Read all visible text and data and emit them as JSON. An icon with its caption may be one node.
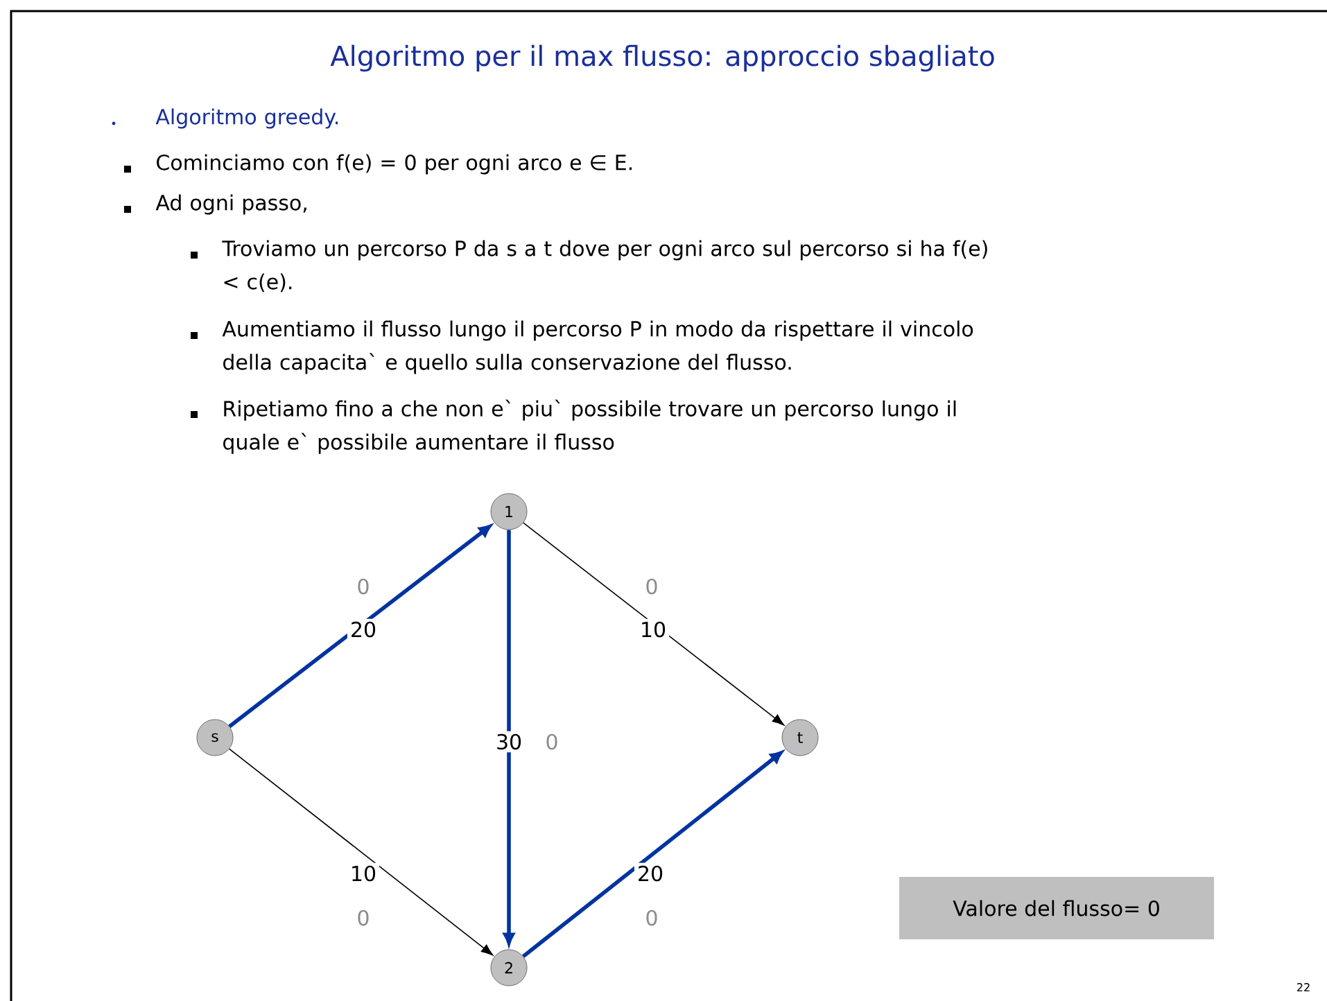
{
  "diagram": {
    "title": "Algoritmo per il max flusso: approccio sbagliato",
    "nodes": [
      {
        "text": [
          "s"
        ]
      },
      {
        "text": [
          "1"
        ]
      },
      {
        "text": [
          "2"
        ]
      },
      {
        "text": [
          "t"
        ]
      },
      {
        "text": [
          "Valore del flusso= 0"
        ]
      }
    ],
    "edges": [
      {
        "from": 0,
        "to": 1,
        "arrow": "to",
        "label": "20"
      },
      {
        "from": 0,
        "to": 2,
        "arrow": "to",
        "label": "10",
        "color": "#000000"
      },
      {
        "from": 1,
        "to": 2,
        "arrow": "to",
        "label": "30"
      },
      {
        "from": 1,
        "to": 3,
        "arrow": "to",
        "label": "10",
        "color": "#000000"
      },
      {
        "from": 2,
        "to": 3,
        "arrow": "to",
        "label": "20"
      }
    ],
    "labels": [
      "Algoritmo greedy.",
      "Cominciamo con f(e) = 0 per ogni arco e ∈ E.",
      "Ad ogni passo,",
      "Troviamo un percorso P da s a t  dove per ogni arco sul percorso si ha f(e) < c(e).",
      "Aumentiamo il flusso lungo il percorso P in modo da rispettare il vincolo della capacita` e quello sulla conservazione del flusso.",
      "Ripetiamo fino a che non e` piu` possibile trovare un percorso lungo il quale e` possibile aumentare il flusso",
      "0",
      "0",
      "0",
      "0",
      "0",
      "22"
    ]
  }
}
